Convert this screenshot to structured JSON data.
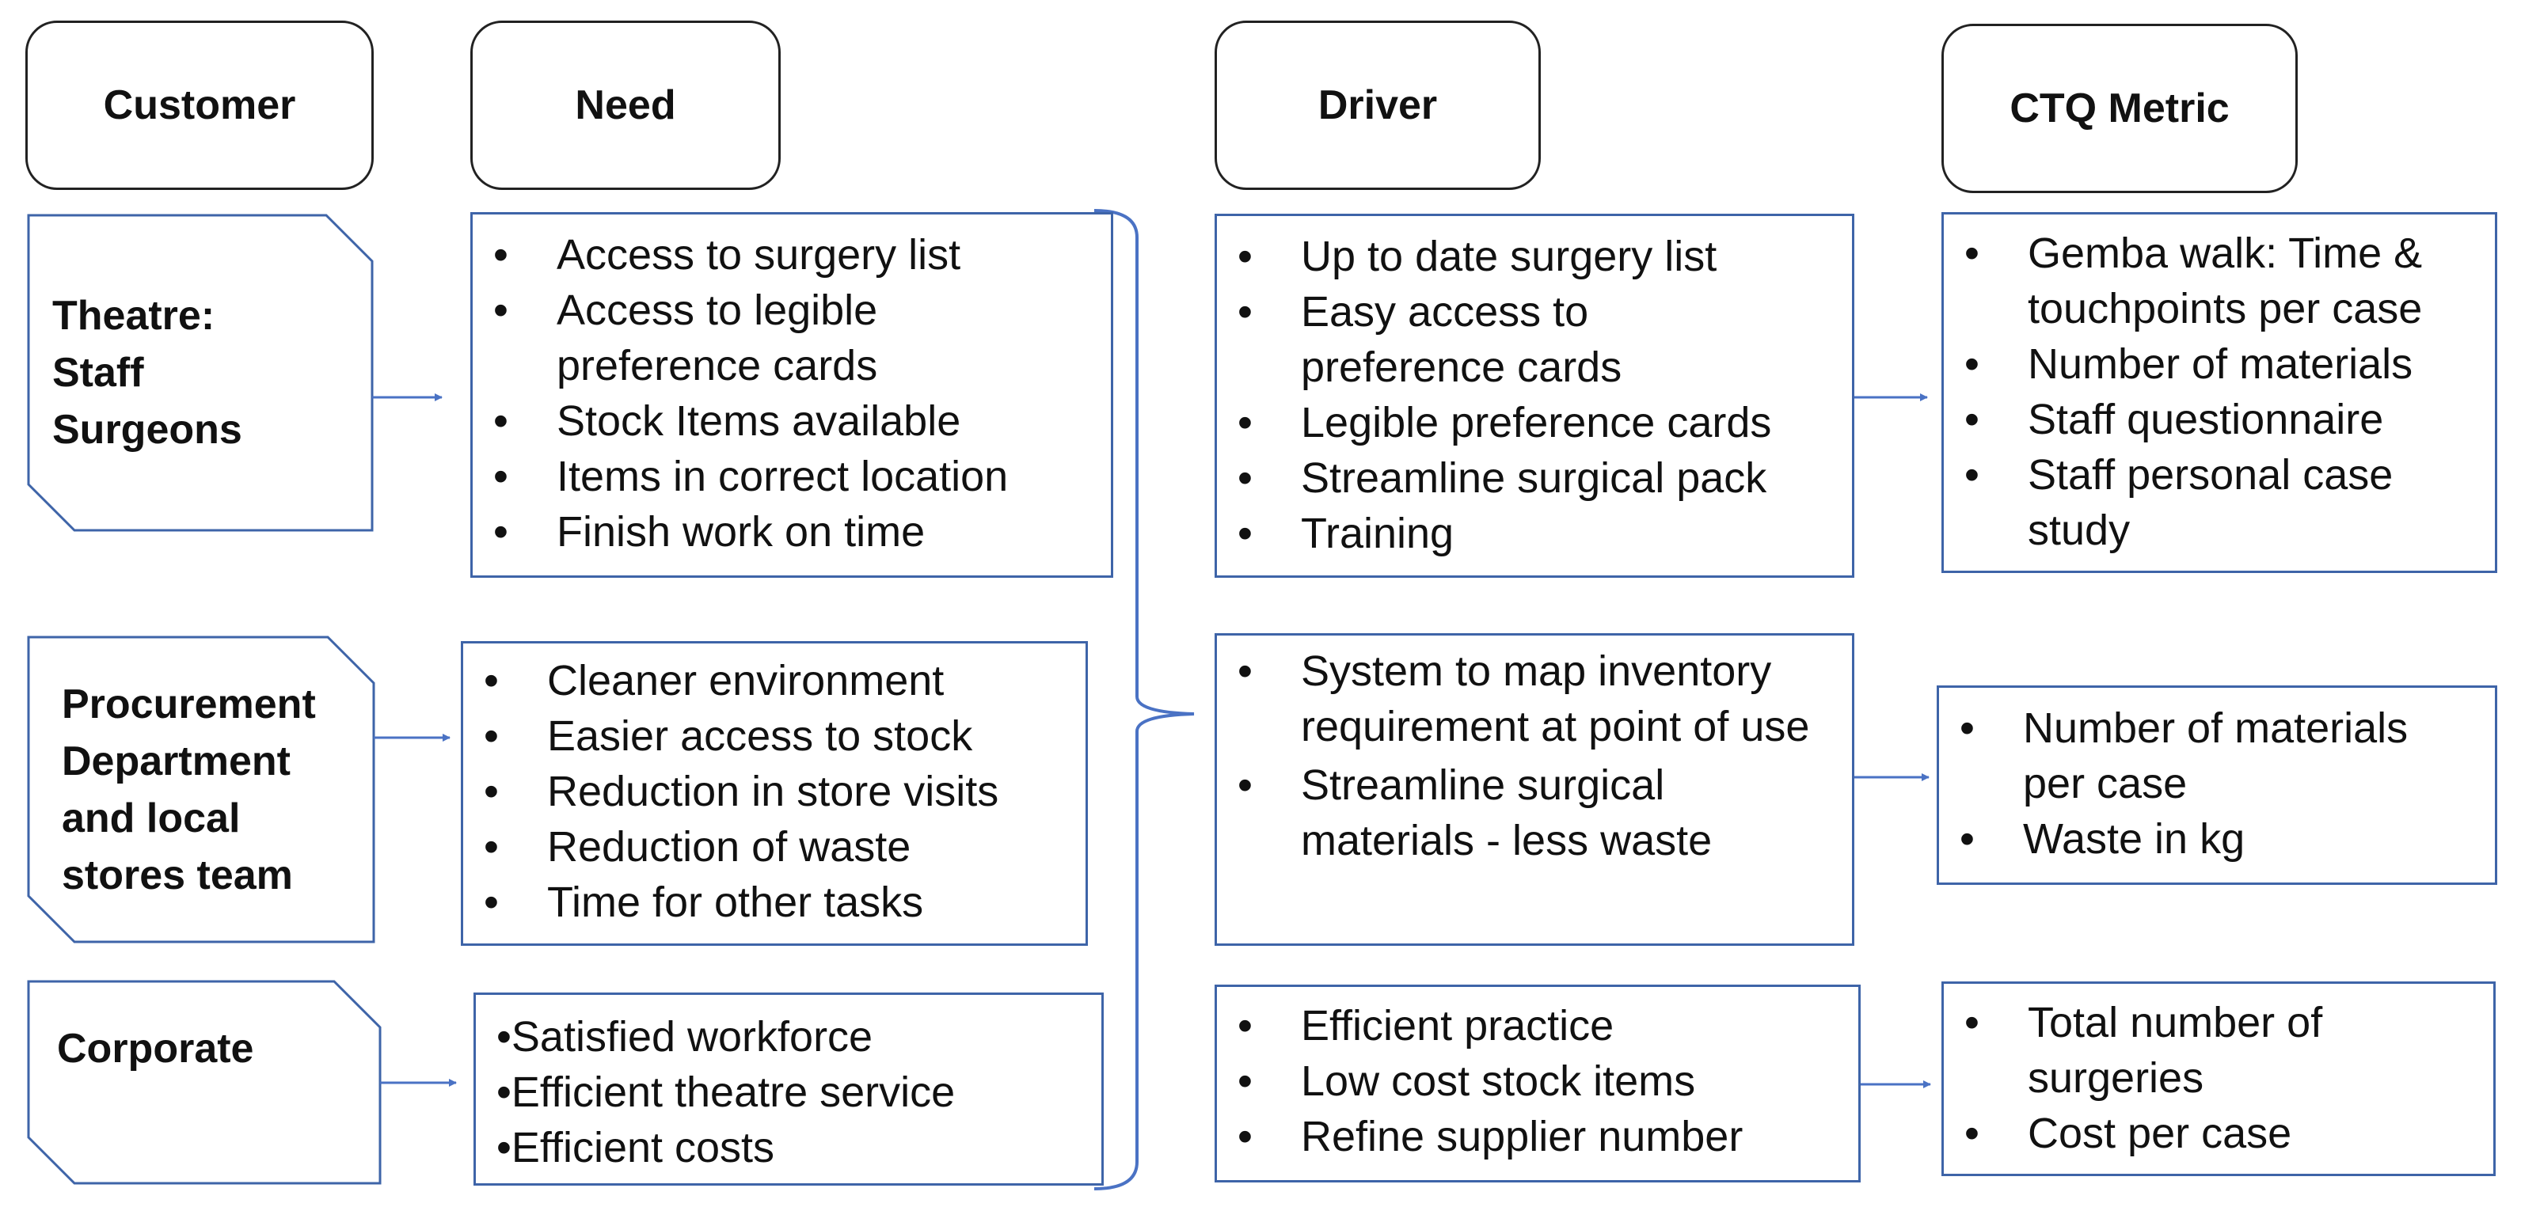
{
  "headers": {
    "customer": "Customer",
    "need": "Need",
    "driver": "Driver",
    "ctq": "CTQ Metric"
  },
  "customers": {
    "theatre": "Theatre:\nStaff\nSurgeons",
    "procurement": "Procurement\nDepartment\nand local\nstores team",
    "corporate": "Corporate"
  },
  "needs": {
    "theatre": [
      "Access to surgery list",
      "Access to legible preference cards",
      "Stock Items available",
      "Items in correct location",
      "Finish work on time"
    ],
    "procurement": [
      "Cleaner environment",
      "Easier access to stock",
      "Reduction in store visits",
      "Reduction of waste",
      "Time for other tasks"
    ],
    "corporate": [
      "•Satisfied workforce",
      "•Efficient theatre service",
      "•Efficient costs"
    ]
  },
  "drivers": {
    "theatre": [
      "Up to date surgery list",
      "Easy access to preference cards",
      "Legible preference cards",
      "Streamline surgical pack",
      "Training"
    ],
    "procurement": [
      "System to map inventory requirement at point of use",
      "Streamline surgical materials - less waste"
    ],
    "corporate": [
      "Efficient practice",
      "Low cost stock items",
      "Refine supplier number"
    ]
  },
  "ctq": {
    "theatre": [
      "Gemba walk: Time & touchpoints per case",
      "Number of materials",
      "Staff questionnaire",
      "Staff personal case study"
    ],
    "procurement": [
      "Number of materials per case",
      "Waste in kg"
    ],
    "corporate": [
      "Total number of surgeries",
      "Cost per case"
    ]
  },
  "colors": {
    "box_border": "#3e64a8",
    "header_border": "#222222",
    "arrow": "#4a72c4"
  }
}
